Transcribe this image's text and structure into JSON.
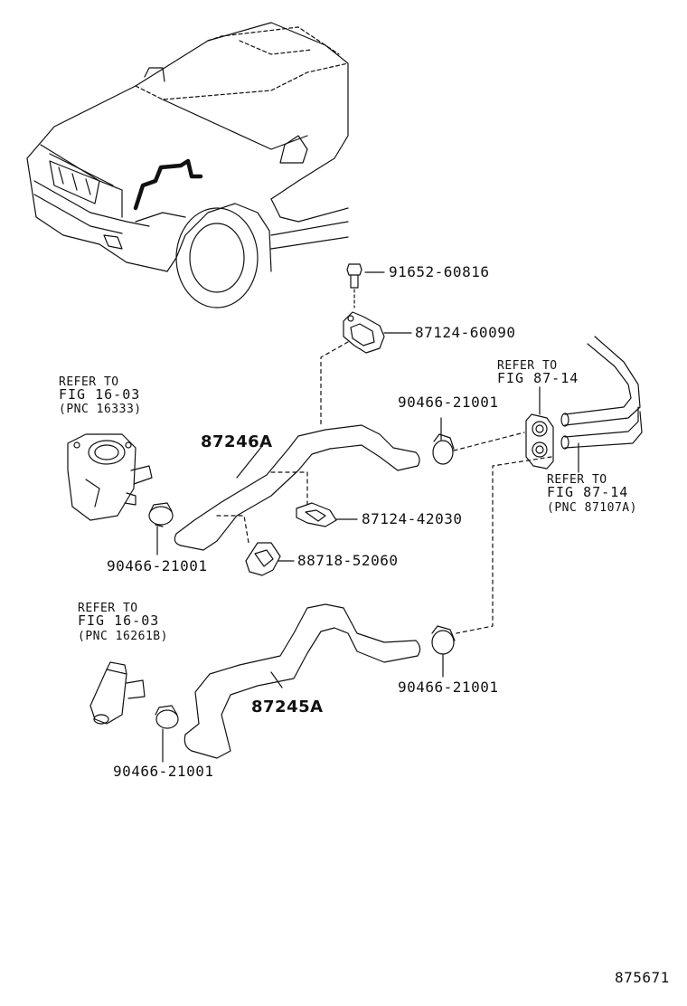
{
  "parts": {
    "bolt": "91652-60816",
    "clamp_upper": "87124-60090",
    "hose_clamp_right_upper": "90466-21001",
    "hose_upper": "87246A",
    "clamp_mid": "87124-42030",
    "clamp_bracket": "88718-52060",
    "hose_clamp_left_upper": "90466-21001",
    "hose_lower": "87245A",
    "hose_clamp_right_lower": "90466-21001",
    "hose_clamp_left_lower": "90466-21001"
  },
  "references": {
    "water_outlet": [
      "REFER TO",
      "FIG 16-03",
      "(PNC 16333)"
    ],
    "grommet": [
      "REFER TO",
      "FIG 87-14"
    ],
    "heater_pipe": [
      "REFER TO",
      "FIG 87-14",
      "(PNC 87107A)"
    ],
    "water_valve": [
      "REFER TO",
      "FIG 16-03",
      "(PNC 16261B)"
    ]
  },
  "figure_number": "875671"
}
